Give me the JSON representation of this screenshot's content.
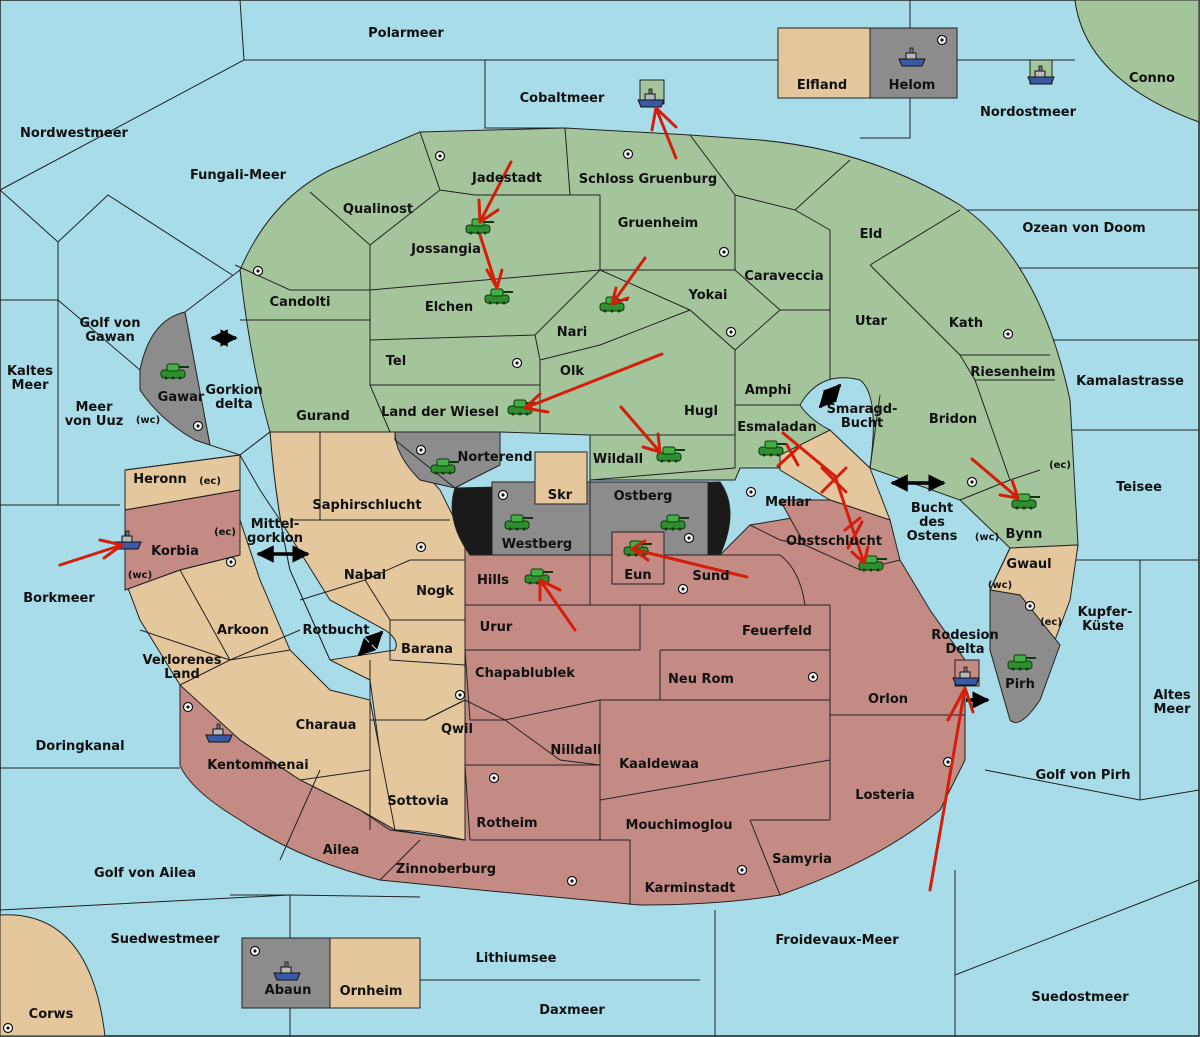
{
  "map": {
    "colors": {
      "sea": "#a8dce9",
      "green_power": "#a4c59b",
      "red_power": "#c48b84",
      "neutral": "#e4c79d",
      "impassable": "#8c8c8c",
      "order_arrow": "#d21e0a"
    },
    "seas": {
      "polarmeer": "Polarmeer",
      "cobaltmeer": "Cobaltmeer",
      "nordwestmeer": "Nordwestmeer",
      "fungali": "Fungali-Meer",
      "nordostmeer": "Nordostmeer",
      "conno": "Conno",
      "ozean": "Ozean von Doom",
      "kamala": "Kamalastrasse",
      "teisee": "Teisee",
      "kupfer1": "Kupfer-",
      "kupfer2": "Küste",
      "alte1": "Altes",
      "alte2": "Meer",
      "golf_pirh": "Golf von Pirh",
      "sudost": "Suedostmeer",
      "froid": "Froidevaux-Meer",
      "daxmeer": "Daxmeer",
      "lithium": "Lithiumsee",
      "sudwest": "Suedwestmeer",
      "corws": "Corws",
      "golf_ailea": "Golf von Ailea",
      "doring": "Doringkanal",
      "borkmeer": "Borkmeer",
      "kaltes1": "Kaltes",
      "kaltes2": "Meer",
      "meeruuz1": "Meer",
      "meeruuz2": "von Uuz",
      "gawan1": "Golf von",
      "gawan2": "Gawan",
      "gorkion1": "Gorkion",
      "gorkion2": "delta",
      "mittel1": "Mittel-",
      "mittel2": "gorkion",
      "rotbucht": "Rotbucht",
      "smaragd1": "Smaragd-",
      "smaragd2": "Bucht",
      "bucht1": "Bucht",
      "bucht2": "des",
      "bucht3": "Ostens",
      "rodesion1": "Rodesion",
      "rodesion2": "Delta"
    },
    "territories": {
      "jadestadt": "Jadestadt",
      "schloss": "Schloss Gruenburg",
      "qualinost": "Qualinost",
      "jossangia": "Jossangia",
      "gruenheim": "Gruenheim",
      "eld": "Eld",
      "caraveccia": "Caraveccia",
      "candolti": "Candolti",
      "elchen": "Elchen",
      "yokai": "Yokai",
      "utar": "Utar",
      "kath": "Kath",
      "nari": "Nari",
      "tel": "Tel",
      "olk": "Olk",
      "riesenheim": "Riesenheim",
      "amphi": "Amphi",
      "gurand": "Gurand",
      "land_wiesel": "Land der Wiesel",
      "hugl": "Hugl",
      "bridon": "Bridon",
      "esmaladan": "Esmaladan",
      "norterend": "Norterend",
      "wildall": "Wildall",
      "gawar": "Gawar",
      "heronn": "Heronn",
      "saphir": "Saphirschlucht",
      "skr": "Skr",
      "ostberg": "Ostberg",
      "mellar": "Mellar",
      "bynn": "Bynn",
      "westberg": "Westberg",
      "korbia": "Korbia",
      "obstschlucht": "Obstschlucht",
      "nabai": "Nabai",
      "hills": "Hills",
      "eun": "Eun",
      "sund": "Sund",
      "gwaul": "Gwaul",
      "nogk": "Nogk",
      "arkoon": "Arkoon",
      "urur": "Urur",
      "feuerfeld": "Feuerfeld",
      "barana": "Barana",
      "pirh": "Pirh",
      "verlorenes1": "Verlorenes",
      "verlorenes2": "Land",
      "chapa": "Chapablublek",
      "neurom": "Neu Rom",
      "orlon": "Orlon",
      "charaua": "Charaua",
      "qwil": "Qwil",
      "nilldall": "Nilldall",
      "kaaldewaa": "Kaaldewaa",
      "kentommenai": "Kentommenai",
      "losteria": "Losteria",
      "sottovia": "Sottovia",
      "rotheim": "Rotheim",
      "mouchimo": "Mouchimoglou",
      "ailea": "Ailea",
      "samyria": "Samyria",
      "zinnoberburg": "Zinnoberburg",
      "karminstadt": "Karminstadt",
      "elfland": "Elfland",
      "helom": "Helom",
      "abaun": "Abaun",
      "ornheim": "Ornheim"
    },
    "coasts": {
      "wc": "(wc)",
      "ec": "(ec)"
    }
  }
}
